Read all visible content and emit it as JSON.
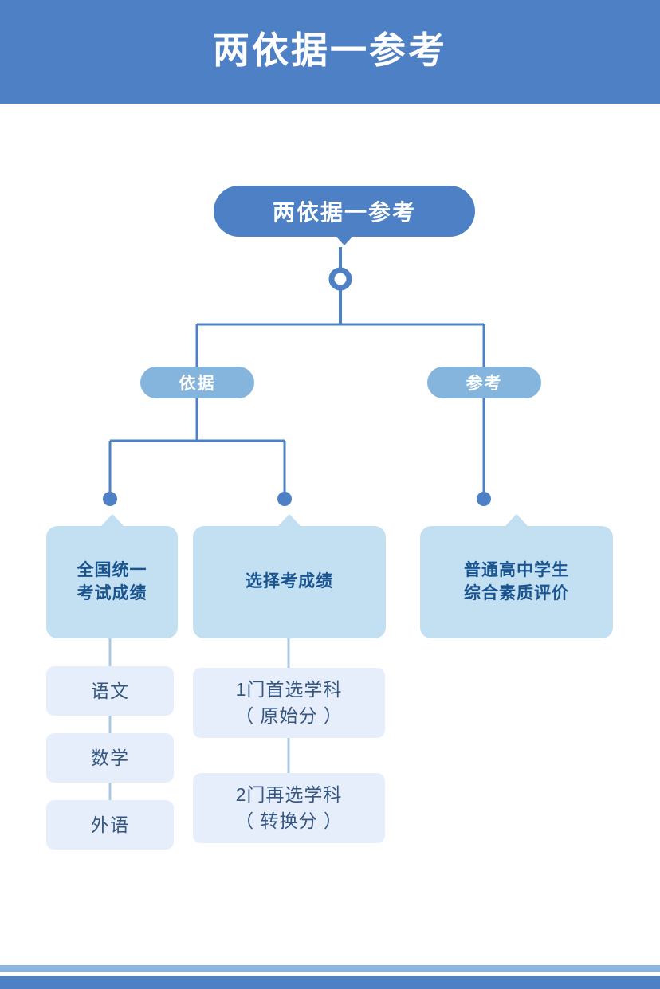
{
  "header": {
    "title": "两依据一参考",
    "band_color": "#4d80c4",
    "text_color": "#ffffff"
  },
  "footer": {
    "thin_bar_color": "#8ab5de",
    "thick_bar_color": "#4d80c4"
  },
  "diagram": {
    "type": "hierarchy-tree",
    "root": {
      "label": "两依据一参考",
      "bg_color": "#4d80c4",
      "text_color": "#ffffff"
    },
    "connector": {
      "ring_color": "#4d80c4",
      "line_color": "#4d80c4",
      "soft_line_color": "#a9c8e4",
      "dot_color": "#4d80c4"
    },
    "branches": [
      {
        "label": "依据",
        "bg_color": "#85b5dd",
        "text_color": "#ffffff"
      },
      {
        "label": "参考",
        "bg_color": "#85b5dd",
        "text_color": "#ffffff"
      }
    ],
    "categories": [
      {
        "label": "全国统一\n考试成绩",
        "line1": "全国统一",
        "line2": "考试成绩",
        "bg_color": "#c3e0f2",
        "text_color": "#1a5490",
        "branch": "依据",
        "items": [
          {
            "label": "语文"
          },
          {
            "label": "数学"
          },
          {
            "label": "外语"
          }
        ]
      },
      {
        "label": "选择考成绩",
        "line1": "选择考成绩",
        "line2": "",
        "bg_color": "#c3e0f2",
        "text_color": "#1a5490",
        "branch": "依据",
        "items": [
          {
            "line1": "1门首选学科",
            "line2": "（ 原始分 ）"
          },
          {
            "line1": "2门再选学科",
            "line2": "（ 转换分 ）"
          }
        ]
      },
      {
        "label": "普通高中学生\n综合素质评价",
        "line1": "普通高中学生",
        "line2": "综合素质评价",
        "bg_color": "#c3e0f2",
        "text_color": "#1a5490",
        "branch": "参考",
        "items": []
      }
    ]
  }
}
